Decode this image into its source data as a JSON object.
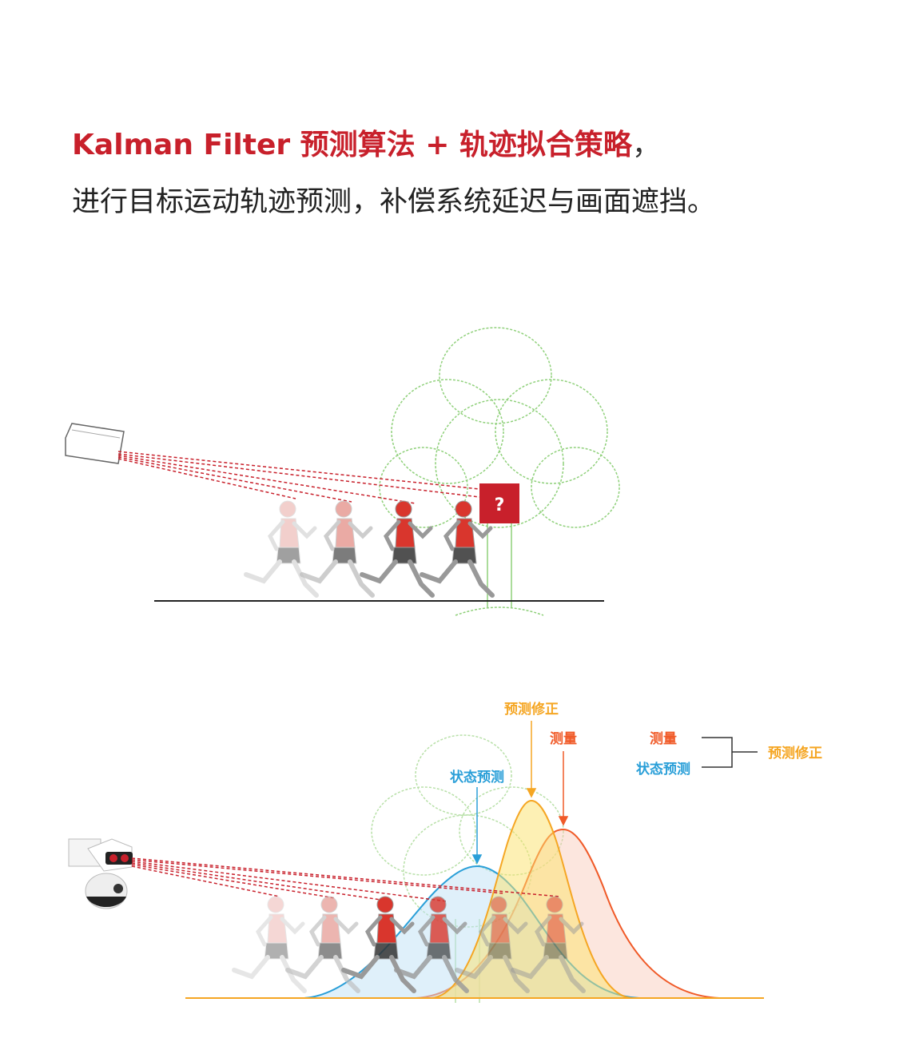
{
  "header": {
    "title_main": "Kalman Filter 预测算法 + 轨迹拟合策略",
    "title_comma": "，",
    "subtitle": "进行目标运动轨迹预测，补偿系统延迟与画面遮挡。"
  },
  "scene_top": {
    "occlusion_mark": "?"
  },
  "scene_bottom": {
    "labels": {
      "state_prediction": "状态预测",
      "measurement": "测量",
      "prediction_correction": "预测修正"
    },
    "legend": {
      "measurement": "测量",
      "state_prediction": "状态预测",
      "result": "预测修正"
    }
  },
  "colors": {
    "brand_red": "#c8202b",
    "state_blue": "#2a9fd8",
    "measure_orange": "#f05a28",
    "correction_yellow": "#f5a623",
    "tree_green": "#8fd07a"
  }
}
